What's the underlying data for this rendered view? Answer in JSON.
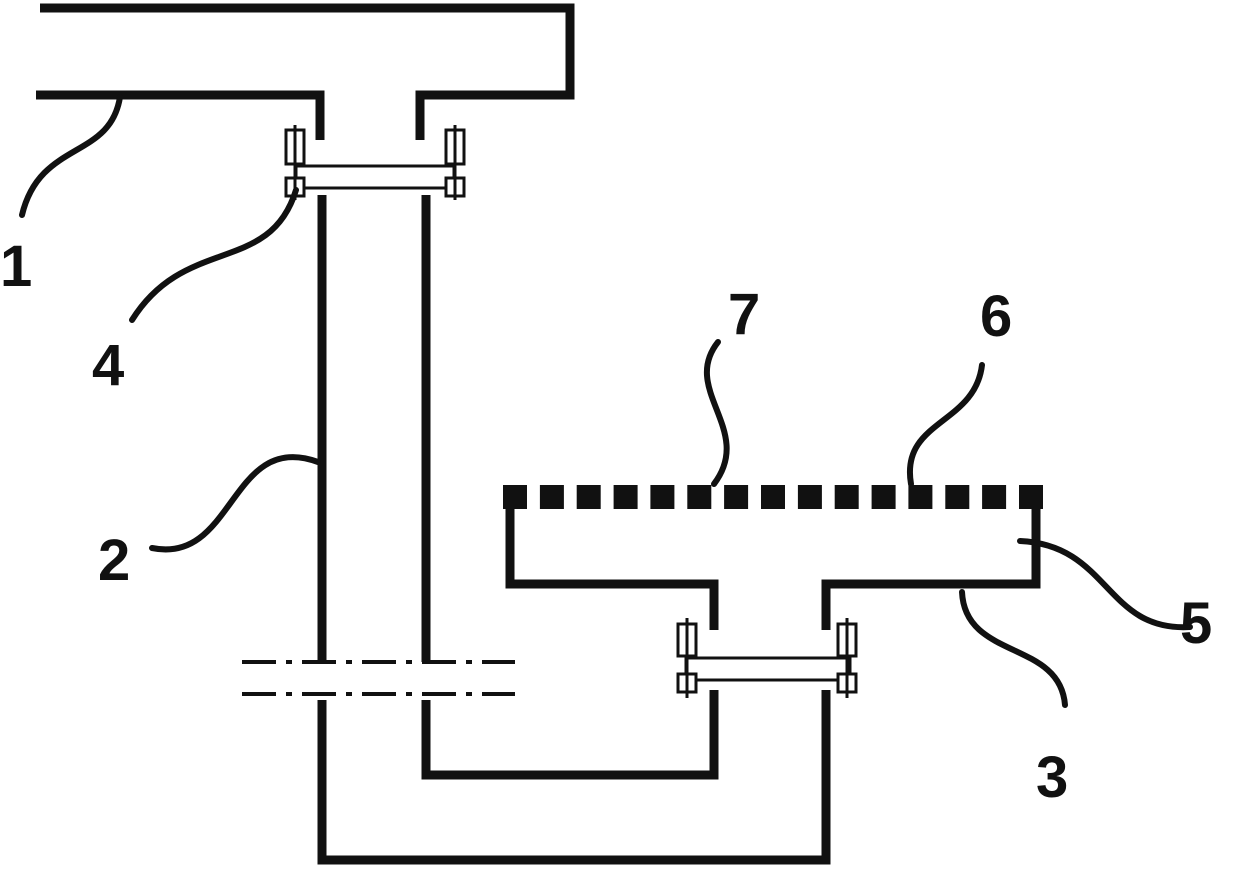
{
  "labels": {
    "one": "1",
    "two": "2",
    "three": "3",
    "four": "4",
    "five": "5",
    "six": "6",
    "seven": "7"
  },
  "colors": {
    "line": "#111111",
    "background": "#ffffff"
  },
  "perforated_plate": {
    "hole_count": 15
  }
}
